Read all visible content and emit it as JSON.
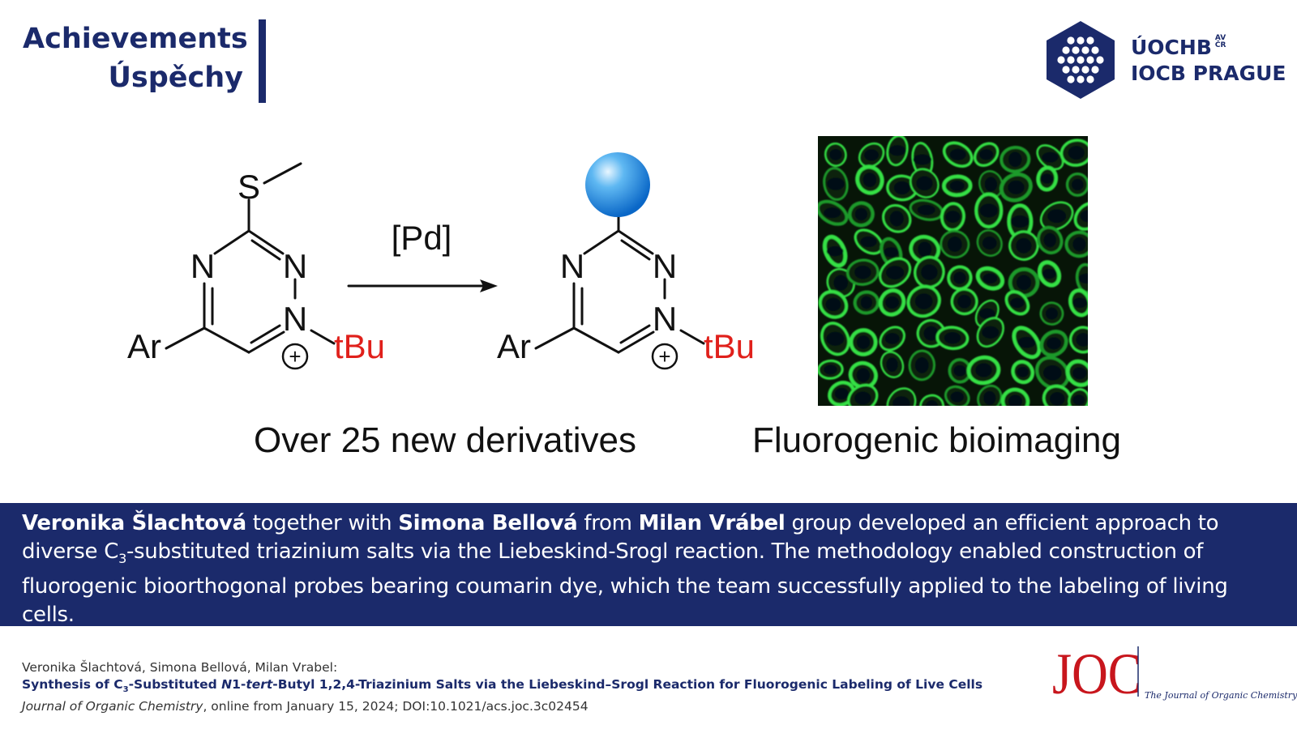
{
  "header": {
    "line1": "Achievements",
    "line2": "Úspěchy"
  },
  "logo": {
    "line1": "ÚOCHB",
    "sup_line1": "AV",
    "sup_line2": "ČR",
    "line2": "IOCB PRAGUE"
  },
  "scheme": {
    "reagent": "[Pd]",
    "left": {
      "s_label": "S",
      "n1": "N",
      "n2": "N",
      "n3": "N",
      "ar": "Ar",
      "plus": "+",
      "tbu": "tBu"
    },
    "right": {
      "n1": "N",
      "n2": "N",
      "n3": "N",
      "ar": "Ar",
      "plus": "+",
      "tbu": "tBu"
    }
  },
  "captions": {
    "left": "Over 25 new derivatives",
    "right": "Fluorogenic bioimaging"
  },
  "summary": {
    "author1": "Veronika Šlachtová",
    "t1": " together with ",
    "author2": "Simona Bellová",
    "t2": " from ",
    "author3": "Milan Vrábel",
    "t3": " group developed an efficient approach to diverse C",
    "sub3": "3",
    "t4": "-substituted triazinium salts via the Liebeskind-Srogl reaction. The methodology enabled construction of fluorogenic bioorthogonal probes bearing coumarin dye, which the team successfully applied to the labeling of living cells."
  },
  "reference": {
    "authors": "Veronika Šlachtová, Simona Bellová, Milan Vrabel:",
    "title_a": "Synthesis of C",
    "title_sub": "3",
    "title_b": "-Substituted ",
    "title_italic": "N",
    "title_c": "1-",
    "title_italic2": "tert",
    "title_d": "-Butyl 1,2,4-Triazinium Salts via the Liebeskind–Srogl Reaction for Fluorogenic Labeling of Live Cells",
    "journal": "Journal of Organic Chemistry",
    "details": ", online from January 15, 2024; DOI:10.1021/acs.joc.3c02454"
  },
  "journal_logo": {
    "abbr": "JOC",
    "name": "The Journal of Organic Chemistry"
  },
  "colors": {
    "navy": "#1b2a6b",
    "red": "#e0201b",
    "joc_red": "#c8161d",
    "cell_green": "#2bd43a"
  }
}
